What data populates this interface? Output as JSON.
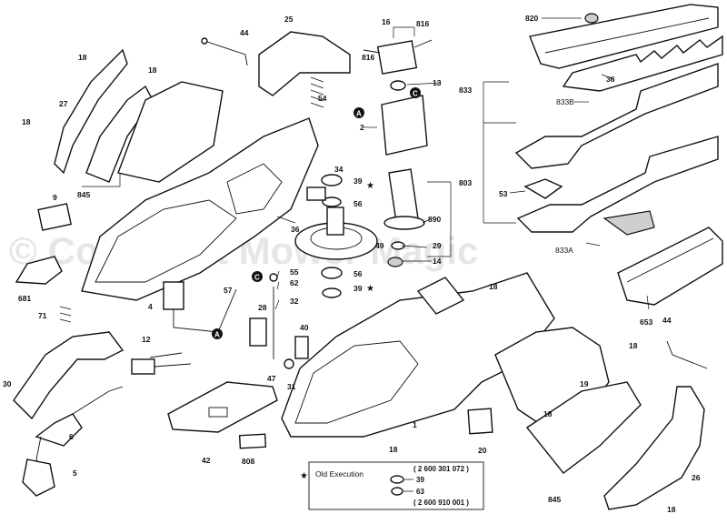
{
  "watermark": "© Copyright Mower Magic",
  "callouts": {
    "c1": "1",
    "c2": "2",
    "c4": "4",
    "c5": "5",
    "c6": "6",
    "c9": "9",
    "c12": "12",
    "c13": "13",
    "c14": "14",
    "c16": "16",
    "c18a": "18",
    "c18b": "18",
    "c18c": "18",
    "c18d": "18",
    "c18e": "18",
    "c18f": "18",
    "c18g": "18",
    "c18h": "18",
    "c19": "19",
    "c20": "20",
    "c25": "25",
    "c26": "26",
    "c27": "27",
    "c28": "28",
    "c29": "29",
    "c30": "30",
    "c31": "31",
    "c32": "32",
    "c34": "34",
    "c36a": "36",
    "c36b": "36",
    "c39a": "39",
    "c39b": "39",
    "c40": "40",
    "c42": "42",
    "c44a": "44",
    "c44b": "44",
    "c47": "47",
    "c49": "49",
    "c53": "53",
    "c54": "54",
    "c55": "55",
    "c56a": "56",
    "c56b": "56",
    "c57": "57",
    "c62": "62",
    "c71": "71",
    "c681": "681",
    "c653": "653",
    "c803": "803",
    "c808": "808",
    "c816a": "816",
    "c816b": "816",
    "c820": "820",
    "c833": "833",
    "c833A": "833A",
    "c833B": "833B",
    "c845a": "845",
    "c845b": "845",
    "c890": "890",
    "mA1": "A",
    "mA2": "A",
    "mC1": "C",
    "mC2": "C",
    "star1": "★",
    "star2": "★"
  },
  "legend": {
    "marker": "★",
    "title": "Old Execution",
    "line1_ref": "( 2 600 301 072 )",
    "item_a": "39",
    "item_b": "63",
    "line2_ref": "( 2 600 910 001 )"
  }
}
